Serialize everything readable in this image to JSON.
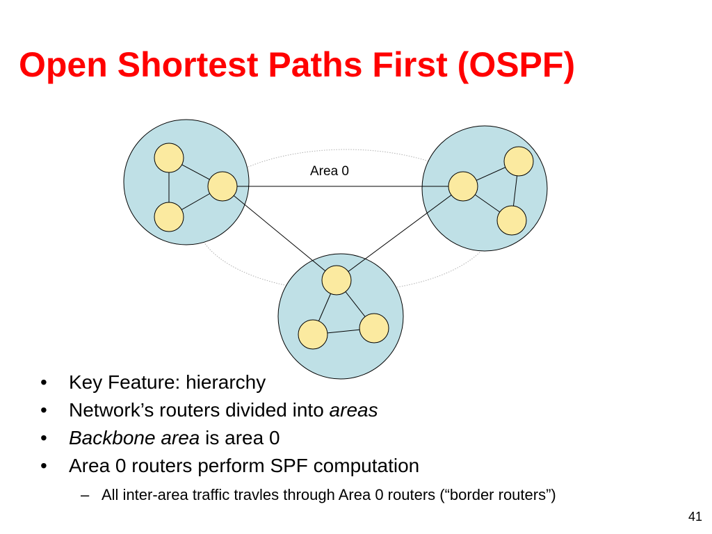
{
  "slide": {
    "title": "Open Shortest Paths First (OSPF)",
    "page_number": "41"
  },
  "diagram": {
    "backbone_label": "Area 0",
    "colors": {
      "area_fill": "#bfe0e6",
      "router_fill": "#fbeaa0",
      "backbone_outline": "#b0b0b0",
      "title": "#ff0000"
    }
  },
  "bullets": {
    "b1": "Key Feature: hierarchy",
    "b2_text": "Network’s routers divided into ",
    "b2_emph": "areas",
    "b3_emph": "Backbone area",
    "b3_text": " is area 0",
    "b4": "Area 0 routers perform SPF computation",
    "sub1": "All inter-area traffic travles through Area 0 routers (“border routers”)"
  }
}
